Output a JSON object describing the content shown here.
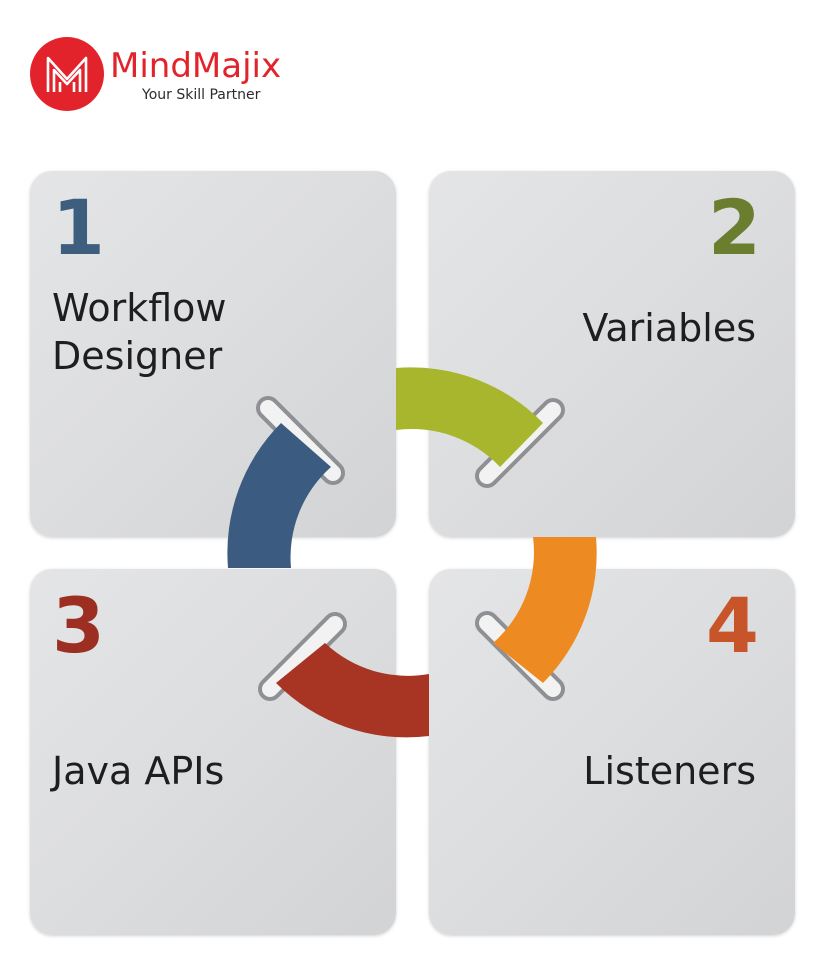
{
  "brand": {
    "name": "MindMajix",
    "tagline": "Your Skill Partner",
    "logo_color": "#e3232b"
  },
  "steps": [
    {
      "number": "1",
      "title_lines": [
        "Workflow",
        "Designer"
      ],
      "color": "#3e5e7e",
      "arc_color": "#3b5c80"
    },
    {
      "number": "2",
      "title_lines": [
        "Variables"
      ],
      "color": "#6b7d2e",
      "arc_color": "#a7b62c"
    },
    {
      "number": "3",
      "title_lines": [
        "Java APIs"
      ],
      "color": "#9c2e22",
      "arc_color": "#a83424"
    },
    {
      "number": "4",
      "title_lines": [
        "Listeners"
      ],
      "color": "#c8552a",
      "arc_color": "#ee8a22"
    }
  ]
}
